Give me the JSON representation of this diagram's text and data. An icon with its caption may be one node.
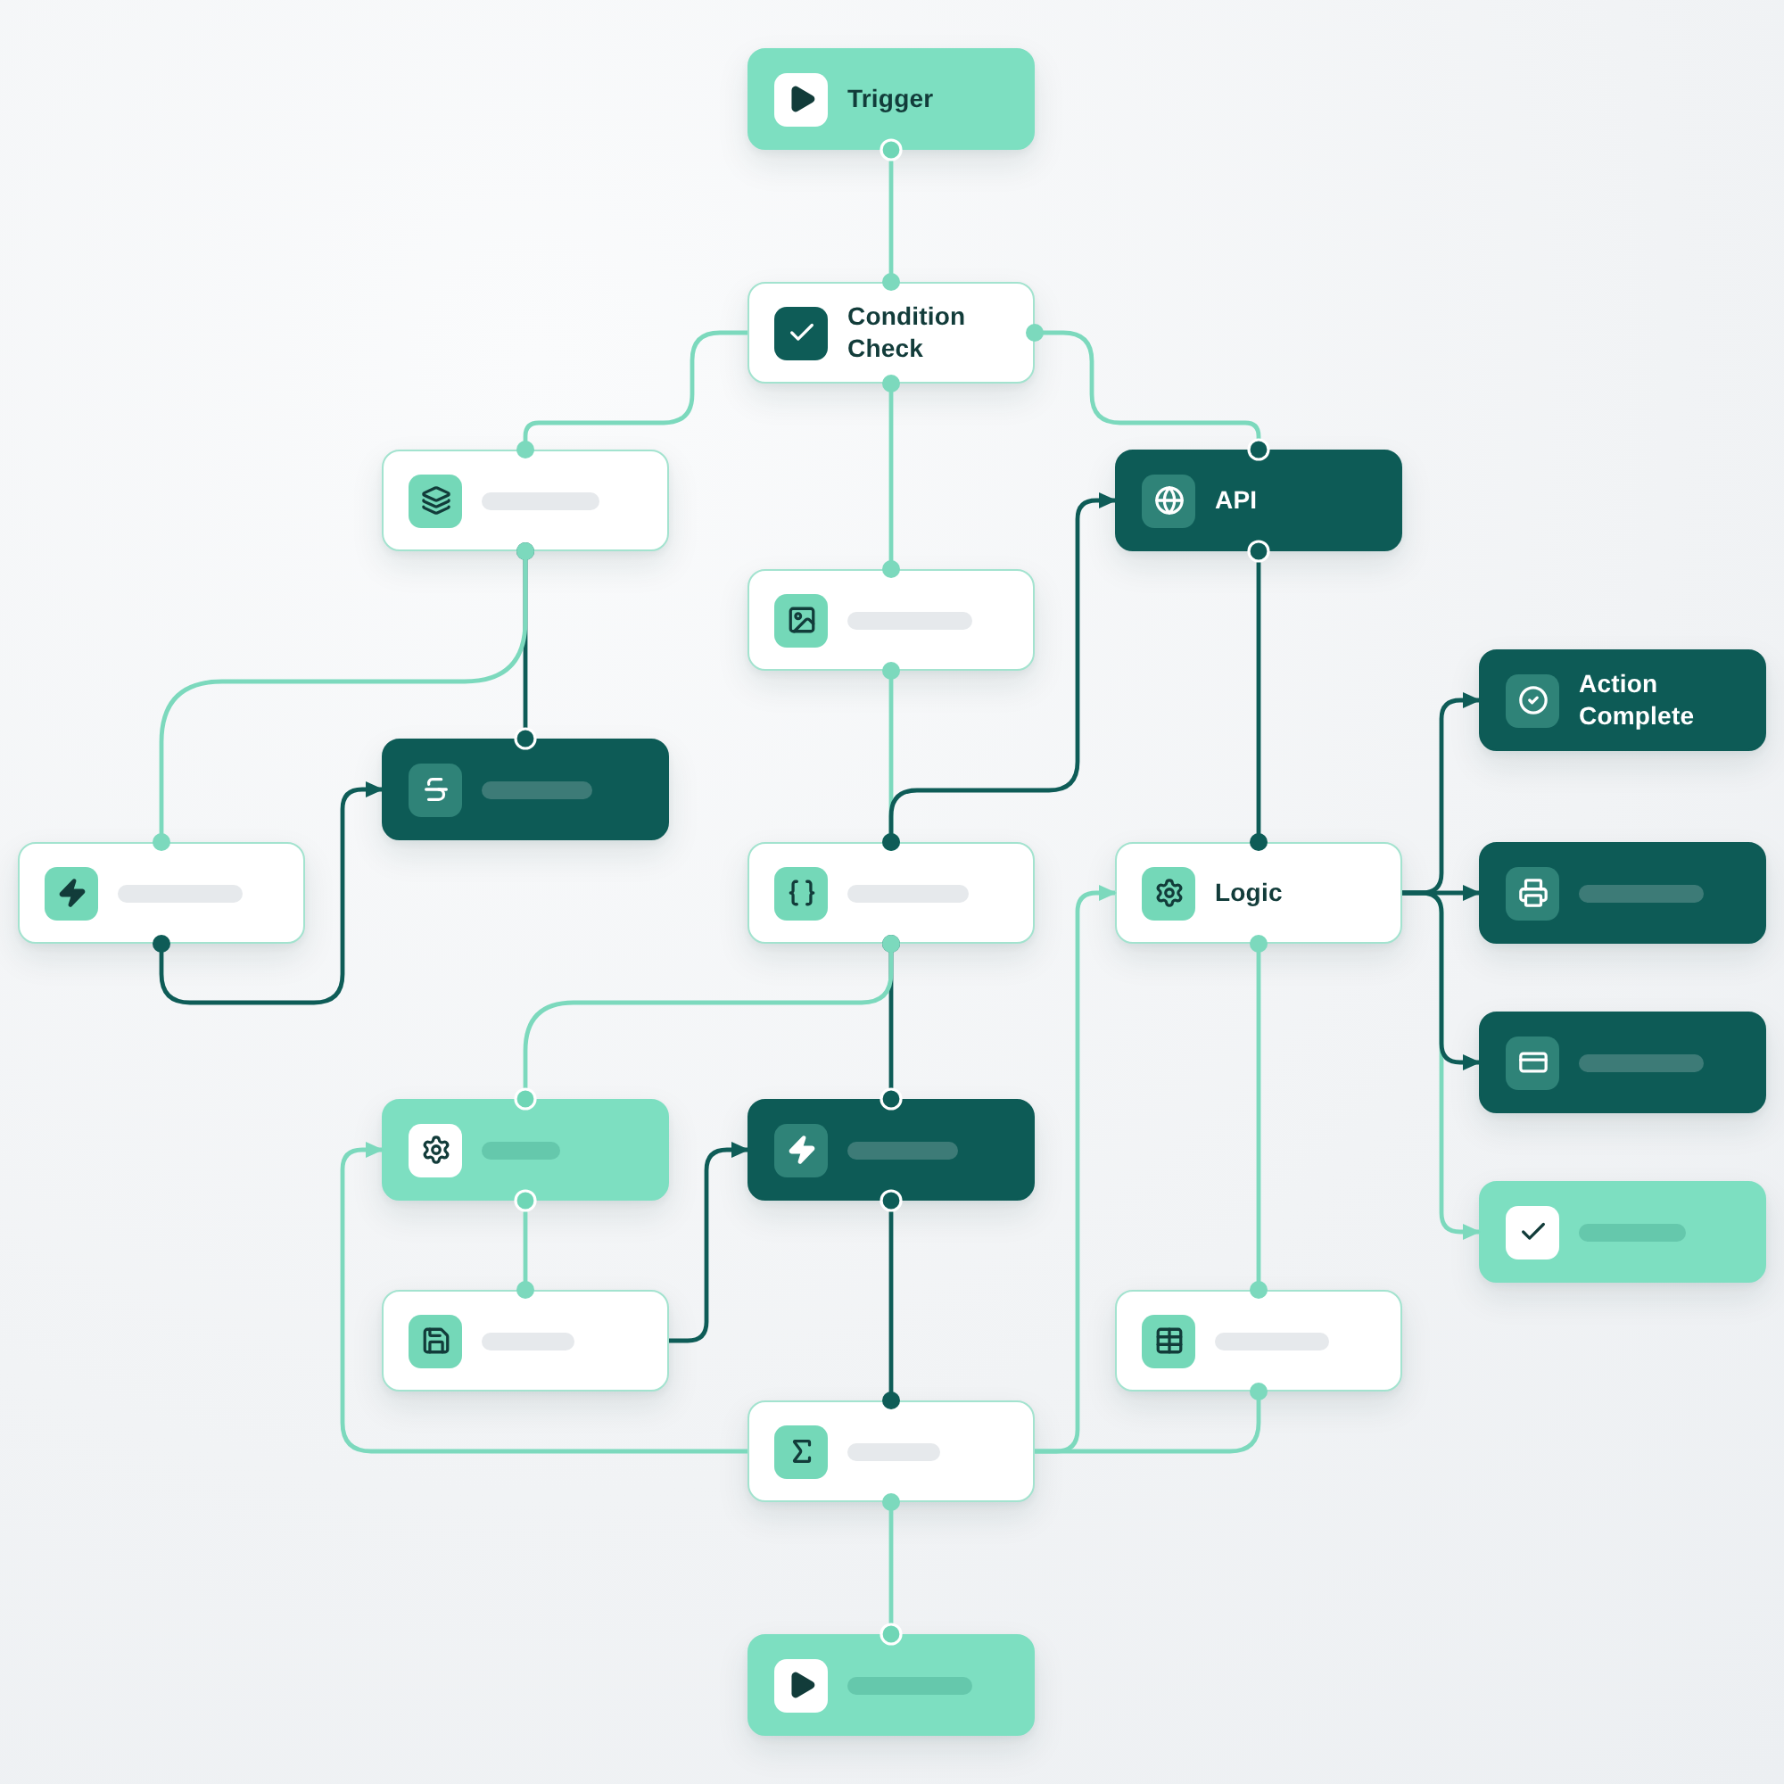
{
  "diagram": {
    "nodes": [
      {
        "text": [
          "Trigger"
        ]
      },
      {
        "text": [
          "Condition Check"
        ]
      },
      {
        "text": [],
        "shape": "box"
      },
      {
        "text": [],
        "shape": "box"
      },
      {
        "text": [
          "API"
        ]
      },
      {
        "text": [],
        "shape": "box"
      },
      {
        "text": [],
        "shape": "box"
      },
      {
        "text": [],
        "shape": "box"
      },
      {
        "text": [
          "Logic"
        ]
      },
      {
        "text": [
          "Action Complete"
        ]
      },
      {
        "text": [],
        "shape": "box"
      },
      {
        "text": [],
        "shape": "box"
      },
      {
        "text": [],
        "shape": "box"
      },
      {
        "text": [],
        "shape": "box"
      },
      {
        "text": [],
        "shape": "box"
      },
      {
        "text": [],
        "shape": "box"
      },
      {
        "text": [],
        "shape": "box"
      },
      {
        "text": [],
        "shape": "box"
      },
      {
        "text": [],
        "shape": "box"
      }
    ],
    "edges": [
      {
        "from": 0,
        "to": 1,
        "arrow": "other"
      },
      {
        "from": 1,
        "to": 2,
        "arrow": "other"
      },
      {
        "from": 1,
        "to": 3,
        "arrow": "other"
      },
      {
        "from": 1,
        "to": 4,
        "arrow": "other"
      },
      {
        "from": 2,
        "to": 5,
        "arrow": "other",
        "color": "#0e5c57"
      },
      {
        "from": 2,
        "to": 6,
        "arrow": "other"
      },
      {
        "from": 6,
        "to": 5,
        "arrow": "to",
        "color": "#0e5c57"
      },
      {
        "from": 3,
        "to": 7,
        "arrow": "other"
      },
      {
        "from": 7,
        "to": 4,
        "arrow": "to",
        "color": "#0e5c57"
      },
      {
        "from": 4,
        "to": 8,
        "arrow": "other",
        "color": "#0e5c57"
      },
      {
        "from": 8,
        "to": 12,
        "arrow": "to"
      },
      {
        "from": 8,
        "to": 9,
        "arrow": "to",
        "color": "#0e5c57"
      },
      {
        "from": 8,
        "to": 10,
        "arrow": "to",
        "color": "#0e5c57"
      },
      {
        "from": 8,
        "to": 11,
        "arrow": "to",
        "color": "#0e5c57"
      },
      {
        "from": 8,
        "to": 16,
        "arrow": "other"
      },
      {
        "from": 7,
        "to": 14,
        "arrow": "other",
        "color": "#0e5c57"
      },
      {
        "from": 7,
        "to": 13,
        "arrow": "other"
      },
      {
        "from": 13,
        "to": 15,
        "arrow": "other"
      },
      {
        "from": 15,
        "to": 14,
        "arrow": "to",
        "color": "#0e5c57"
      },
      {
        "from": 14,
        "to": 17,
        "arrow": "other",
        "color": "#0e5c57"
      },
      {
        "from": 17,
        "to": 13,
        "arrow": "to"
      },
      {
        "from": 17,
        "to": 8,
        "arrow": "to"
      },
      {
        "from": 16,
        "to": 17,
        "arrow": "other"
      },
      {
        "from": 17,
        "to": 18,
        "arrow": "other"
      }
    ]
  }
}
